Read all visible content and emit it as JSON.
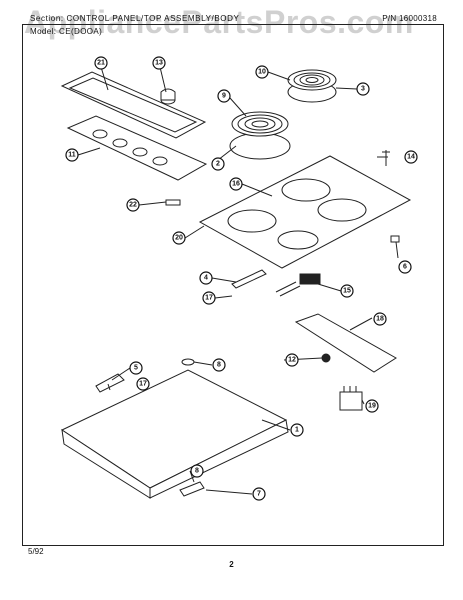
{
  "header": {
    "section_label": "Section: CONTROL PANEL/TOP ASSEMBLY/BODY",
    "part_number_label": "P/N 16000318",
    "model_label": "Model: CE(DOOA)"
  },
  "watermark": "AppliancePartsPros.com",
  "footer": {
    "date": "5/92",
    "page_number": "2"
  },
  "callouts": [
    "1",
    "2",
    "3",
    "4",
    "5",
    "6",
    "7",
    "8",
    "9",
    "10",
    "11",
    "12",
    "13",
    "14",
    "15",
    "16",
    "17",
    "18",
    "19",
    "20",
    "21",
    "22"
  ]
}
